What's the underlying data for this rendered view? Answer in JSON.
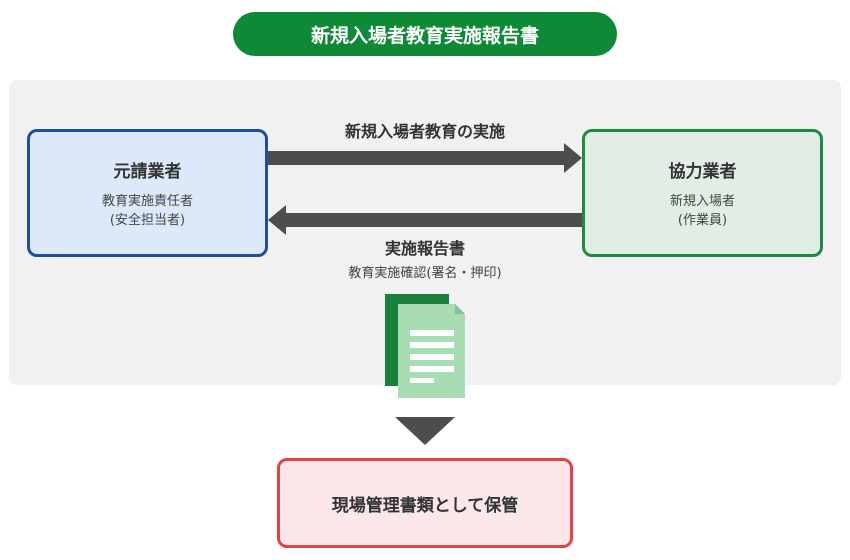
{
  "title": "新規入場者教育実施報告書",
  "contractor": {
    "title": "元請業者",
    "sub_line1": "教育実施責任者",
    "sub_line2": "(安全担当者)"
  },
  "partner": {
    "title": "協力業者",
    "sub_line1": "新規入場者",
    "sub_line2": "(作業員)"
  },
  "forward_flow": {
    "label": "新規入場者教育の実施"
  },
  "return_flow": {
    "label": "実施報告書",
    "sublabel": "教育実施確認(署名・押印)"
  },
  "storage": {
    "label": "現場管理書類として保管"
  },
  "colors": {
    "title_bg": "#0e8a36",
    "contractor_border": "#1f4e9a",
    "contractor_fill": "#dbe9fb",
    "partner_border": "#1e8a46",
    "partner_fill": "#e1eee6",
    "storage_border": "#e04545",
    "storage_fill": "#fde7ea",
    "arrow": "#4d4d4d",
    "doc_back": "#1a7f3c",
    "doc_front": "#a8dcb3"
  },
  "icons": {
    "document": "document-icon"
  }
}
